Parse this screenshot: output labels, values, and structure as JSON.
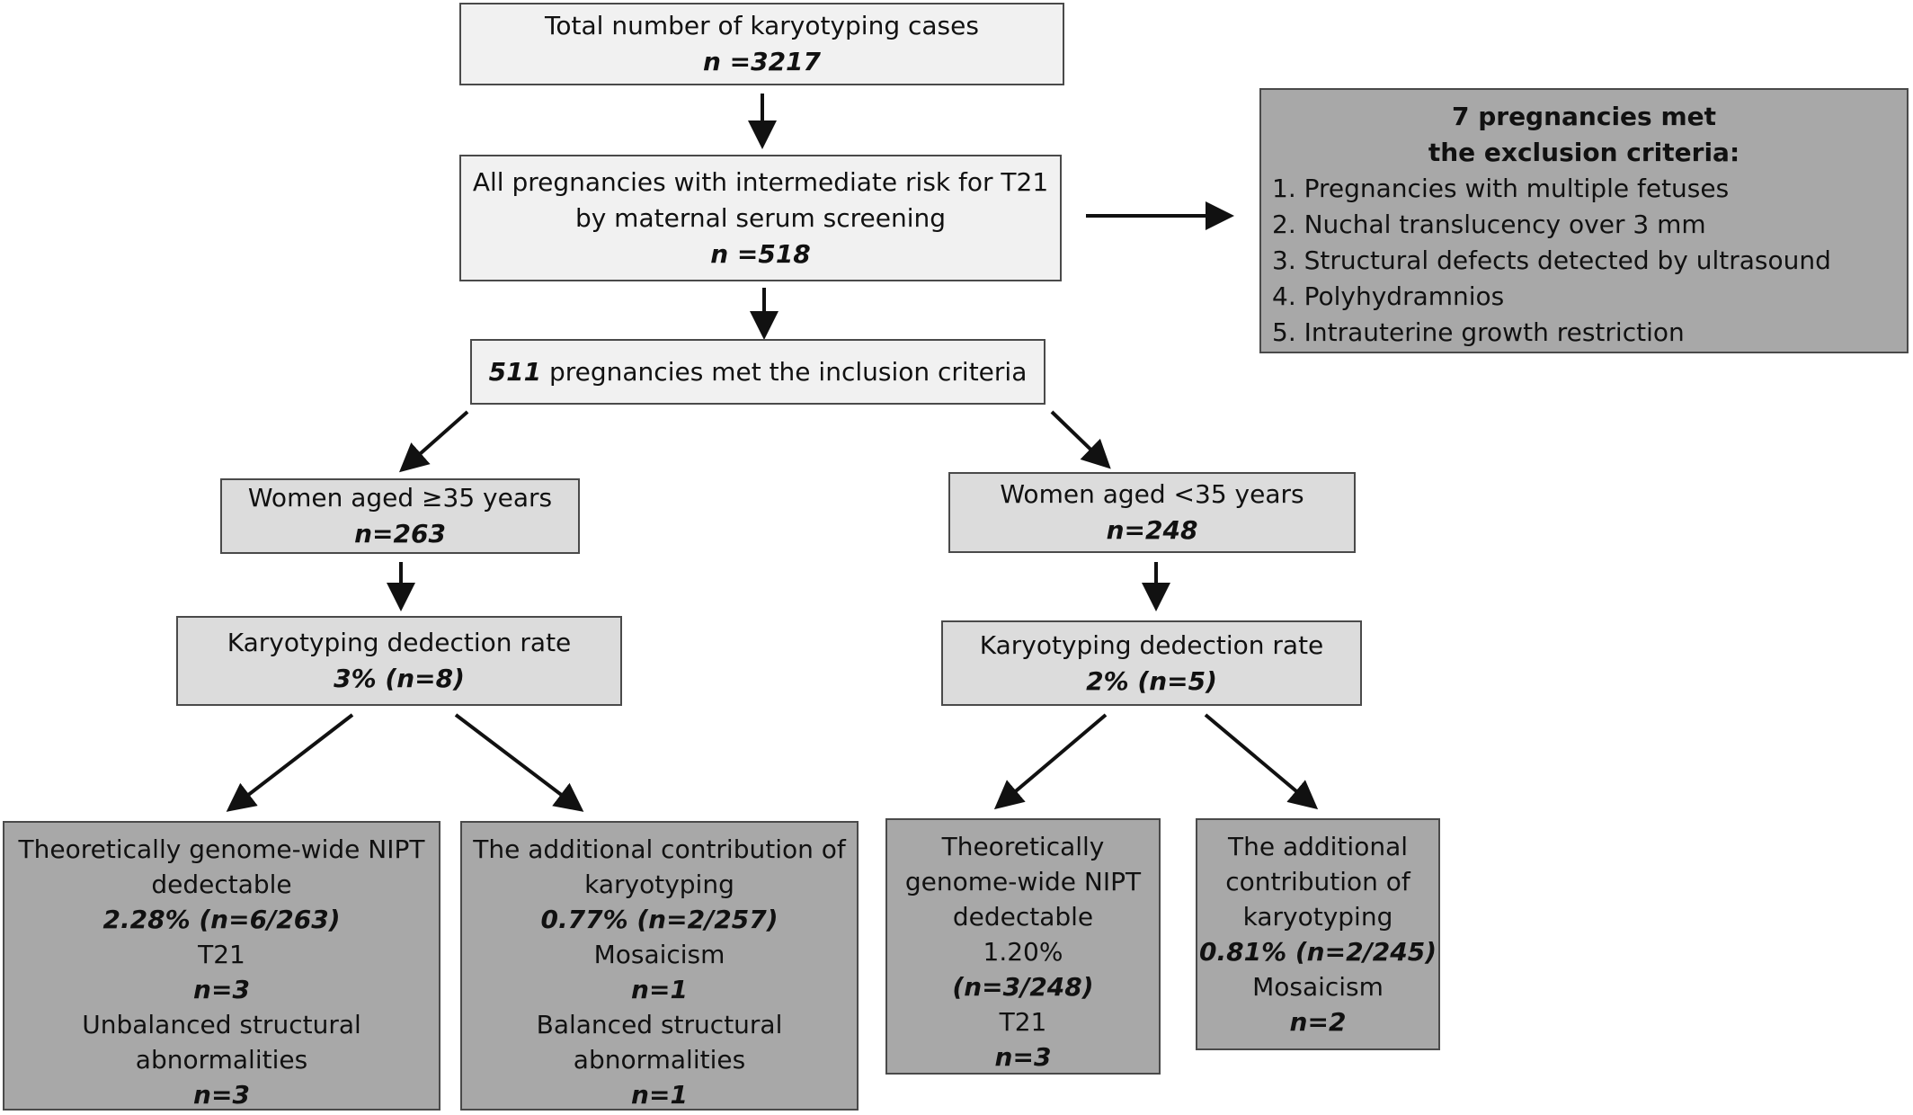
{
  "total": {
    "label": "Total number of karyotyping cases",
    "n": "n =3217"
  },
  "intermediate": {
    "line1": "All pregnancies with intermediate risk for T21",
    "line2": "by maternal serum screening",
    "n": "n =518"
  },
  "exclusion": {
    "title1": "7 pregnancies met",
    "title2": "the exclusion criteria:",
    "items": [
      "1. Pregnancies with multiple fetuses",
      "2. Nuchal translucency over 3 mm",
      "3. Structural defects detected by ultrasound",
      "4. Polyhydramnios",
      "5. Intrauterine growth restriction"
    ]
  },
  "inclusion": {
    "count": "511",
    "label": " pregnancies met the inclusion criteria"
  },
  "older": {
    "label": "Women aged ≥35 years",
    "n": "n=263",
    "rate_label": "Karyotyping dedection rate",
    "rate": "3% (n=8)",
    "nipt": {
      "l1": "Theoretically genome-wide NIPT",
      "l2": "dedectable",
      "pct": "2.28% (n=6/263)",
      "t21": "T21",
      "t21_n": "n=3",
      "s1": "Unbalanced structural",
      "s2": "abnormalities",
      "s_n": "n=3"
    },
    "add": {
      "l1": "The additional contribution of",
      "l2": "karyotyping",
      "pct": "0.77% (n=2/257)",
      "mos": "Mosaicism",
      "mos_n": "n=1",
      "s1": "Balanced structural",
      "s2": "abnormalities",
      "s_n": "n=1"
    }
  },
  "younger": {
    "label": "Women aged <35 years",
    "n": "n=248",
    "rate_label": "Karyotyping dedection rate",
    "rate": "2% (n=5)",
    "nipt": {
      "l1": "Theoretically",
      "l2": "genome-wide NIPT",
      "l3": "dedectable",
      "pct": "1.20%",
      "frac": "(n=3/248)",
      "t21": "T21",
      "t21_n": "n=3"
    },
    "add": {
      "l1": "The additional",
      "l2": "contribution of",
      "l3": "karyotyping",
      "pct": "0.81% (n=2/245)",
      "mos": "Mosaicism",
      "mos_n": "n=2"
    }
  }
}
